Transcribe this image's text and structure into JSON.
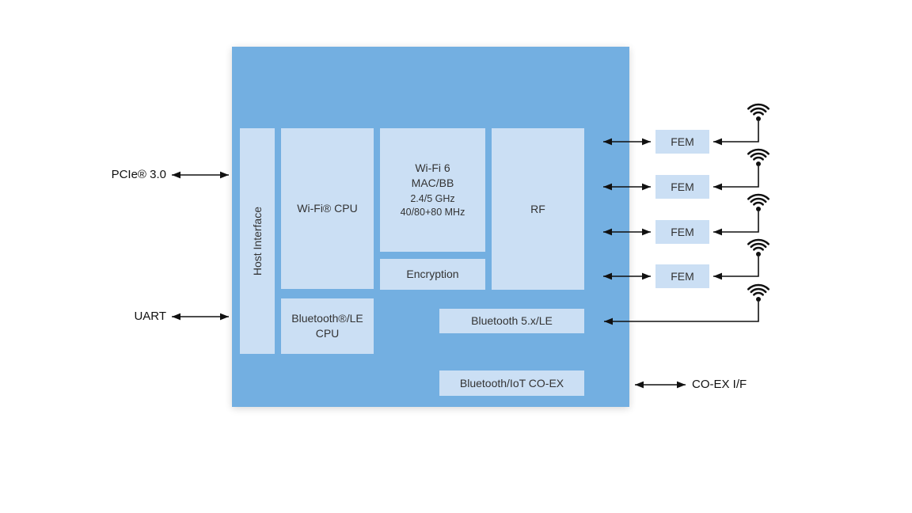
{
  "diagram": {
    "type": "chip-block-diagram",
    "blocks": {
      "host_interface": "Host Interface",
      "wifi_cpu": "Wi-Fi® CPU",
      "mac_bb_main": "Wi-Fi 6\nMAC/BB",
      "mac_bb_sub": "2.4/5 GHz\n40/80+80 MHz",
      "encryption": "Encryption",
      "rf": "RF",
      "bt_cpu": "Bluetooth®/LE\nCPU",
      "bt5": "Bluetooth 5.x/LE",
      "bt_iot_coex": "Bluetooth/IoT CO-EX"
    },
    "io": {
      "pcie": "PCIe® 3.0",
      "uart": "UART",
      "coex_if": "CO-EX I/F",
      "fem": "FEM"
    },
    "counts": {
      "fem_blocks": 4,
      "antennas": 5
    },
    "colors": {
      "chip_bg": "#73AFE1",
      "block_bg": "#CBDFF4",
      "arrow": "#111111",
      "text": "#333333"
    }
  }
}
